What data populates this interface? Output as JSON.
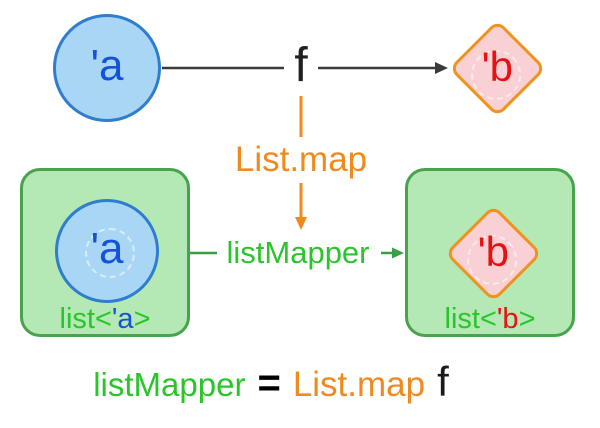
{
  "diagram": {
    "top_row": {
      "source_type": "'a",
      "function_label": "f",
      "target_type": "'b"
    },
    "map_annotation": "List.map",
    "bottom_row": {
      "source_type": "'a",
      "mapper_label": "listMapper",
      "target_type": "'b",
      "left_box_label": {
        "prefix": "list<",
        "type": "'a",
        "suffix": ">"
      },
      "right_box_label": {
        "prefix": "list<",
        "type": "'b",
        "suffix": ">"
      }
    },
    "equation": {
      "lhs": "listMapper",
      "operator": "=",
      "function": "List.map",
      "argument": "f"
    },
    "colors": {
      "type_a_blue": "#1352d9",
      "type_b_red": "#e81112",
      "circle_fill": "#a9d6f5",
      "circle_border": "#2e7dcf",
      "diamond_fill": "#f9d0d3",
      "diamond_border": "#f0931d",
      "list_box_fill": "#b4e8b4",
      "list_box_border": "#49a24e",
      "green_text": "#2bc52b",
      "orange_accent": "#ee8a1e",
      "connector_dark": "#3b3b3b"
    }
  }
}
